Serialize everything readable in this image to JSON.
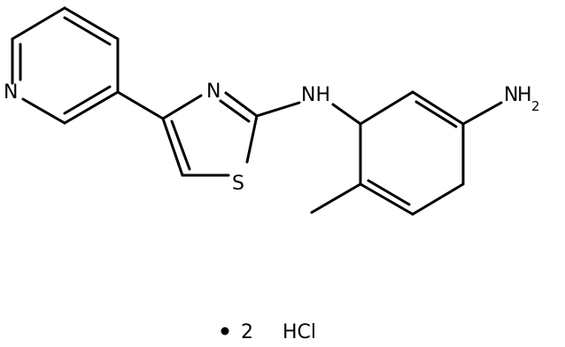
{
  "molecule": {
    "atoms": {
      "pyridine_n": "N",
      "thiazole_n": "N",
      "thiazole_s": "S",
      "amine_nh": "NH",
      "amine_n": "N",
      "amine_h": "H",
      "amine_sub": "2"
    },
    "salt": {
      "count": "2",
      "formula": "HCl"
    }
  }
}
